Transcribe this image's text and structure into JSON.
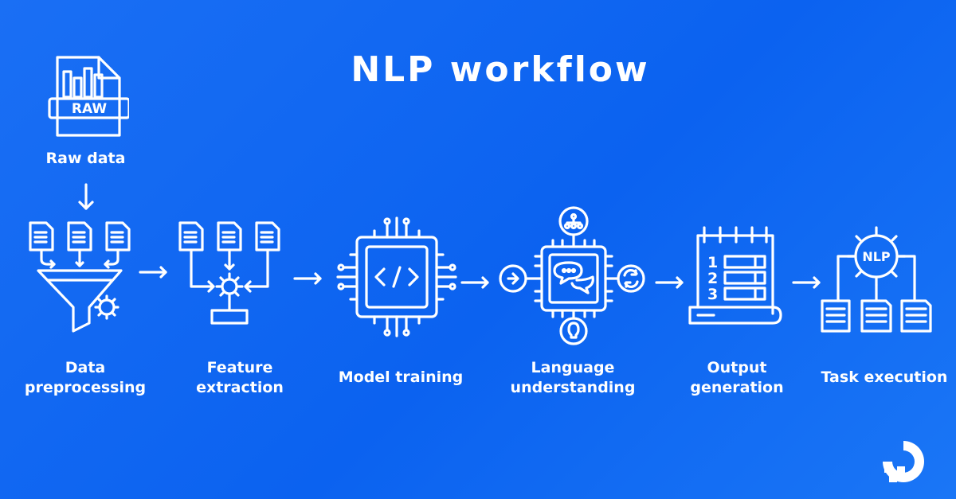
{
  "title": "NLP workflow",
  "raw": {
    "label": "Raw data",
    "badge": "RAW"
  },
  "steps": [
    {
      "line1": "Data",
      "line2": "preprocessing"
    },
    {
      "line1": "Feature",
      "line2": "extraction"
    },
    {
      "line1": "Model training",
      "line2": ""
    },
    {
      "line1": "Language",
      "line2": "understanding"
    },
    {
      "line1": "Output",
      "line2": "generation"
    },
    {
      "line1": "Task execution",
      "line2": ""
    }
  ],
  "icons": {
    "model": "</>",
    "nlp": "NLP",
    "numbers": [
      "1",
      "2",
      "3"
    ]
  },
  "colors": {
    "background": "#1a6ff4",
    "foreground": "#ffffff"
  }
}
